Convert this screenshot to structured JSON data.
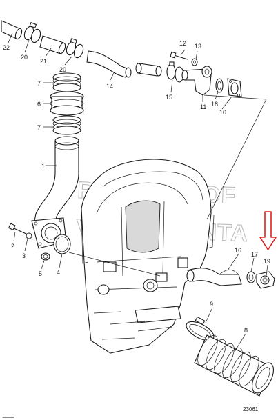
{
  "watermark": {
    "line1": "PROPERTY OF",
    "line2": "VOLVO PENTA"
  },
  "drawing_number": "23061",
  "highlight_color": "#e02020",
  "callouts": [
    {
      "id": "c22",
      "label": "22"
    },
    {
      "id": "c20a",
      "label": "20"
    },
    {
      "id": "c21",
      "label": "21"
    },
    {
      "id": "c20b",
      "label": "20"
    },
    {
      "id": "c7a",
      "label": "7"
    },
    {
      "id": "c6",
      "label": "6"
    },
    {
      "id": "c7b",
      "label": "7"
    },
    {
      "id": "c14",
      "label": "14"
    },
    {
      "id": "c12",
      "label": "12"
    },
    {
      "id": "c13",
      "label": "13"
    },
    {
      "id": "c15",
      "label": "15"
    },
    {
      "id": "c11",
      "label": "11"
    },
    {
      "id": "c18",
      "label": "18"
    },
    {
      "id": "c10",
      "label": "10"
    },
    {
      "id": "c1",
      "label": "1"
    },
    {
      "id": "c2",
      "label": "2"
    },
    {
      "id": "c3",
      "label": "3"
    },
    {
      "id": "c5",
      "label": "5"
    },
    {
      "id": "c4",
      "label": "4"
    },
    {
      "id": "c16",
      "label": "16"
    },
    {
      "id": "c17",
      "label": "17"
    },
    {
      "id": "c19",
      "label": "19"
    },
    {
      "id": "c9",
      "label": "9"
    },
    {
      "id": "c8",
      "label": "8"
    }
  ]
}
